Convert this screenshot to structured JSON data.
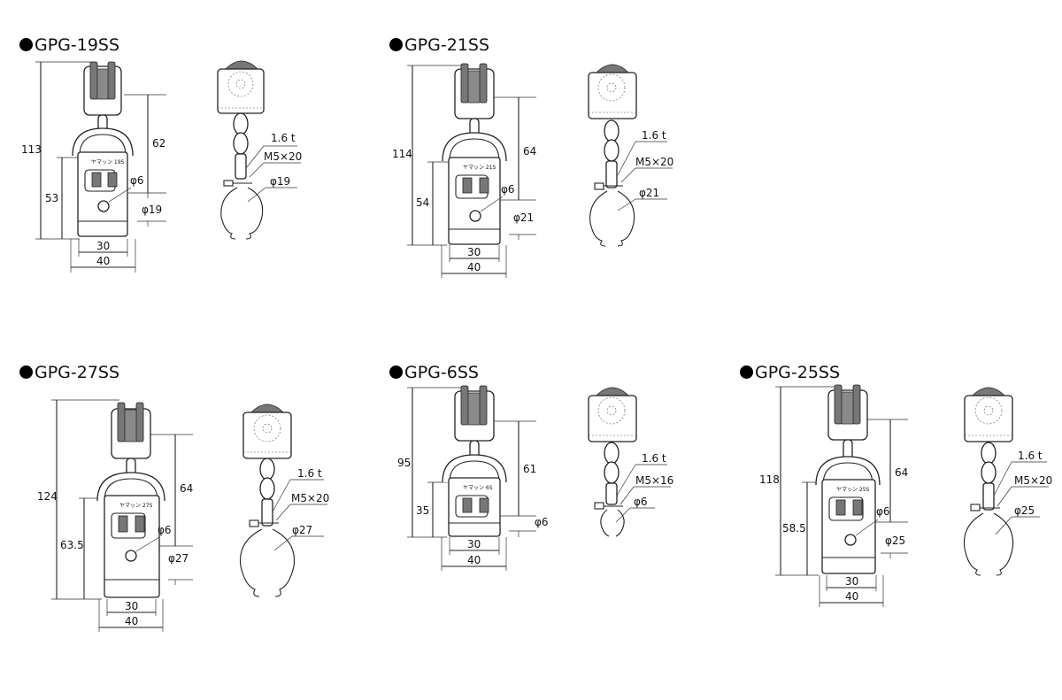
{
  "products": [
    {
      "id": "p1",
      "title": "GPG-19SS",
      "model_marking": "ヤマッン 19S",
      "dims": {
        "total_height": "113",
        "lower_height": "53",
        "upper_height": "62",
        "hole": "φ6",
        "ring_bottom": "φ19",
        "inner_width": "30",
        "outer_width": "40"
      },
      "side": {
        "thickness": "1.6 t",
        "bolt": "M5×20",
        "ring": "φ19"
      }
    },
    {
      "id": "p2",
      "title": "GPG-21SS",
      "model_marking": "ヤマッン 21S",
      "dims": {
        "total_height": "114",
        "lower_height": "54",
        "upper_height": "64",
        "hole": "φ6",
        "ring_bottom": "φ21",
        "inner_width": "30",
        "outer_width": "40"
      },
      "side": {
        "thickness": "1.6 t",
        "bolt": "M5×20",
        "ring": "φ21"
      }
    },
    {
      "id": "p3",
      "title": "GPG-27SS",
      "model_marking": "ヤマッン 27S",
      "dims": {
        "total_height": "124",
        "lower_height": "63.5",
        "upper_height": "64",
        "hole": "φ6",
        "ring_bottom": "φ27",
        "inner_width": "30",
        "outer_width": "40"
      },
      "side": {
        "thickness": "1.6 t",
        "bolt": "M5×20",
        "ring": "φ27"
      }
    },
    {
      "id": "p4",
      "title": "GPG-6SS",
      "model_marking": "ヤマッン 6S",
      "dims": {
        "total_height": "95",
        "lower_height": "35",
        "upper_height": "61",
        "hole": "",
        "ring_bottom": "φ6",
        "inner_width": "30",
        "outer_width": "40"
      },
      "side": {
        "thickness": "1.6 t",
        "bolt": "M5×16",
        "ring": "φ6"
      }
    },
    {
      "id": "p5",
      "title": "GPG-25SS",
      "model_marking": "ヤマッン 25S",
      "dims": {
        "total_height": "118",
        "lower_height": "58.5",
        "upper_height": "64",
        "hole": "φ6",
        "ring_bottom": "φ25",
        "inner_width": "30",
        "outer_width": "40"
      },
      "side": {
        "thickness": "1.6 t",
        "bolt": "M5×20",
        "ring": "φ25"
      }
    }
  ]
}
